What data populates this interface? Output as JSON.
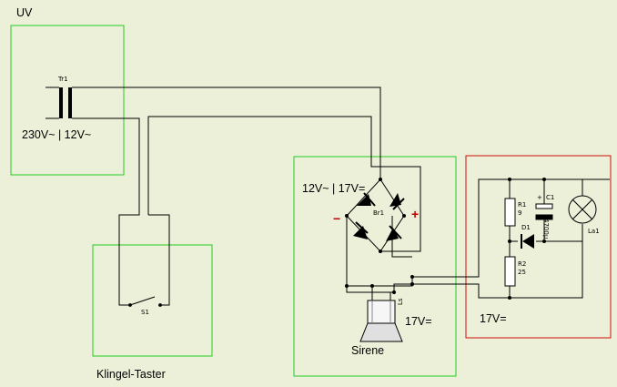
{
  "boxes": {
    "uv": "UV",
    "klingel": "Klingel-Taster"
  },
  "transformer": {
    "name": "Tr1",
    "rating": "230V~ | 12V~"
  },
  "switch": {
    "name": "S1"
  },
  "rectifier": {
    "name": "Br1",
    "rating": "12V~ | 17V=",
    "minus": "−",
    "plus": "+"
  },
  "siren": {
    "name": "Sirene",
    "voltage": "17V=",
    "symbol_label": "Ls"
  },
  "lamp_circuit": {
    "voltage": "17V=",
    "r1_name": "R1",
    "r1_value": "9",
    "r2_name": "R2",
    "r2_value": "25",
    "c1_name": "C1",
    "c1_value": "4700µ",
    "c1_plus": "+",
    "d1_name": "D1",
    "lamp_name": "La1"
  },
  "colors": {
    "background": "#ecf0d8",
    "green_box": "#22cc22",
    "red_box": "#cc1111",
    "wire": "#000000",
    "polarity": "#c00000"
  }
}
